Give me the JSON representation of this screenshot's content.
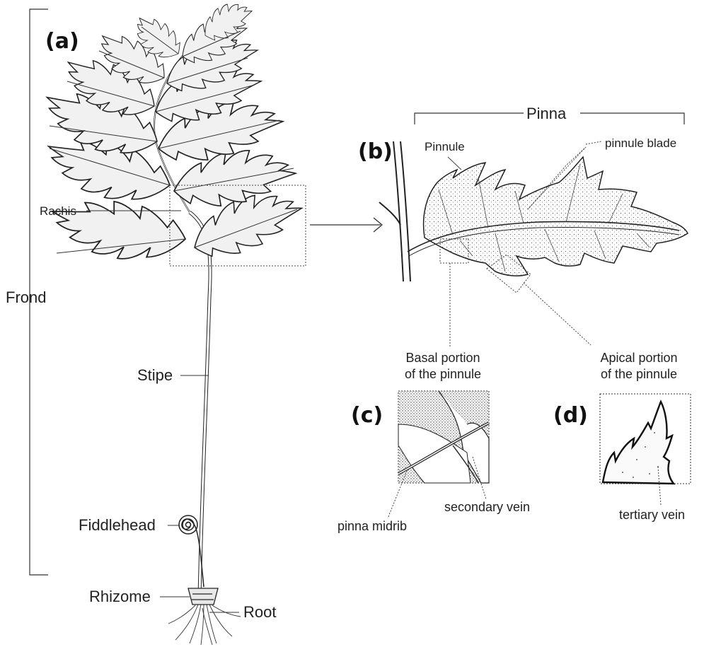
{
  "panels": {
    "a": "(a)",
    "b": "(b)",
    "c": "(c)",
    "d": "(d)"
  },
  "labels": {
    "frond": "Frond",
    "rachis": "Rachis",
    "stipe": "Stipe",
    "fiddlehead": "Fiddlehead",
    "rhizome": "Rhizome",
    "root": "Root",
    "pinna": "Pinna",
    "pinnule": "Pinnule",
    "pinnule_blade": "pinnule blade",
    "basal_1": "Basal portion",
    "basal_2": "of the pinnule",
    "apical_1": "Apical portion",
    "apical_2": "of the pinnule",
    "pinna_midrib": "pinna midrib",
    "secondary_vein": "secondary vein",
    "tertiary_vein": "tertiary vein"
  }
}
